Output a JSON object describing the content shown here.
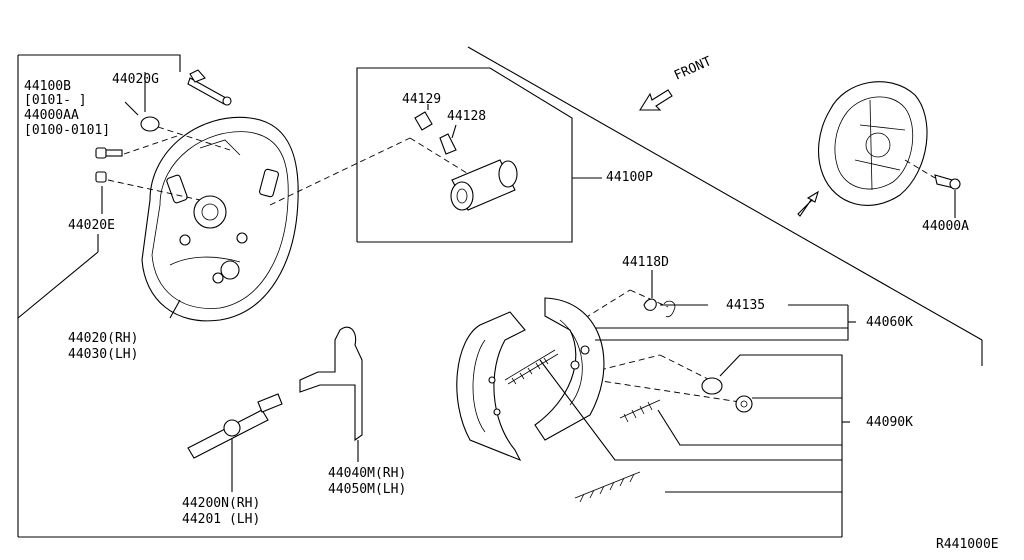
{
  "labels": {
    "p44100b": "44100B",
    "range1": "[0101-    ]",
    "p44000aa": "44000AA",
    "range2": "[0100-0101]",
    "p44020g": "44020G",
    "p44020e": "44020E",
    "p44129": "44129",
    "p44128": "44128",
    "p44100p": "44100P",
    "front": "FRONT",
    "p44000a": "44000A",
    "p44118d": "44118D",
    "p44135": "44135",
    "p44060k": "44060K",
    "p44090k": "44090K",
    "p44020rh": "44020(RH)",
    "p44030lh": "44030(LH)",
    "p44040m": "44040M(RH)",
    "p44050m": "44050M(LH)",
    "p44200n": "44200N(RH)",
    "p44201": "44201  (LH)",
    "ref": "R441000E"
  }
}
